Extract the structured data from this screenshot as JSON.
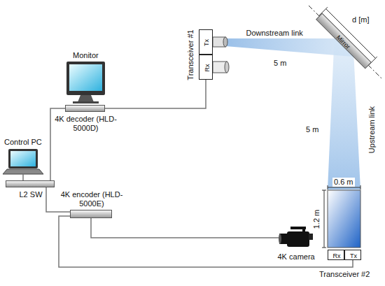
{
  "diagram": {
    "nodes": [
      {
        "text": [
          "Monitor"
        ]
      },
      {
        "text": [
          "4K decoder (HLD-5000D)"
        ]
      },
      {
        "text": [
          "Transceiver #1"
        ]
      },
      {
        "text": [
          "Tx"
        ],
        "in": 2
      },
      {
        "text": [
          "Rx"
        ],
        "in": 2
      },
      {
        "text": [
          "Mirror"
        ]
      },
      {
        "text": [
          "Control PC"
        ]
      },
      {
        "text": [
          "L2 SW"
        ]
      },
      {
        "text": [
          "4K encoder (HLD-5000E)"
        ]
      },
      {
        "text": [
          "4K camera"
        ]
      },
      {
        "text": [
          "Transceiver #2"
        ]
      },
      {
        "text": [
          "Rx"
        ],
        "in": 10
      },
      {
        "text": [
          "Tx"
        ],
        "in": 10
      }
    ],
    "edges": [
      {
        "from": 4,
        "to": 1,
        "arrow": "none"
      },
      {
        "from": 1,
        "to": 7,
        "arrow": "none"
      },
      {
        "from": 6,
        "to": 7,
        "arrow": "none"
      },
      {
        "from": 8,
        "to": 7,
        "arrow": "none"
      },
      {
        "from": 8,
        "to": 9,
        "arrow": "none"
      },
      {
        "from": 8,
        "to": 12,
        "arrow": "none"
      }
    ],
    "labels": [
      "Downstream link",
      "5 m",
      "d [m]",
      "5 m",
      "Upstream link",
      "0.6 m",
      "1.2 m"
    ]
  }
}
